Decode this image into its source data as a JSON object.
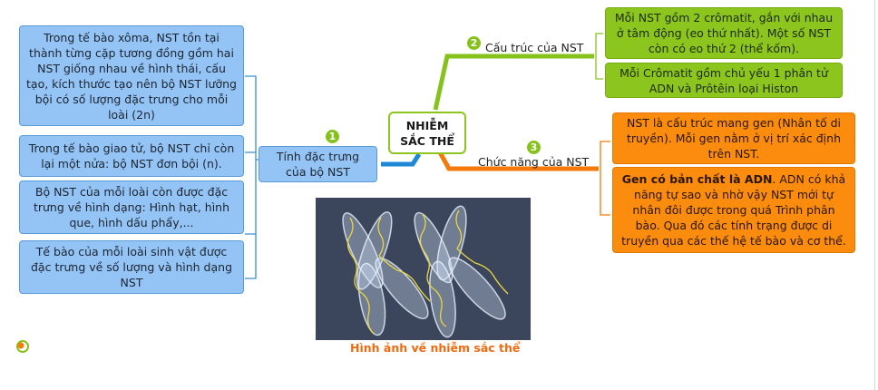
{
  "center_topic": "NHIỄM SẮC THỂ",
  "branches": [
    {
      "number": "1",
      "label": "Tính đặc trưng của bộ NST",
      "color": "#1e88d6",
      "items": [
        "Trong tế bào xôma, NST tồn tại thành từng cặp tương đồng gồm hai NST giống nhau về hình thái, cấu tạo, kích thước tạo nên bộ NST lưỡng bội có số lượng đặc trưng cho mỗi loài (2n)",
        "Trong tế bào giao tử, bộ NST chỉ còn lại một nửa: bộ NST đơn bội (n).",
        "Bộ NST của mỗi loài còn được đặc trưng về hình dạng: Hình hạt, hình que, hình dấu phẩy,...",
        "Tế bào của mỗi loài sinh vật được đặc trưng về số lượng và hình dạng NST"
      ]
    },
    {
      "number": "2",
      "label": "Cấu trúc của NST",
      "color": "#86c21c",
      "items": [
        "Mỗi NST gồm 2 crômatit, gắn với nhau ở tâm động (eo thứ nhất). Một số NST còn có eo thứ 2 (thể kốm).",
        "Mỗi Crômatit gồm chủ yếu 1 phân tử ADN và Prôtêin loại Histon"
      ]
    },
    {
      "number": "3",
      "label": "Chức năng của NST",
      "color": "#f57a0c",
      "items": [
        "NST là cấu trúc mang gen (Nhân tố di truyền). Mỗi gen nằm ở vị trí xác định trên NST."
      ],
      "bold_item": {
        "bold": "Gen có bản chất là ADN",
        "rest": ". ADN có khả năng tự sao và nhờ vậy NST mới tự nhân đôi được trong quá Trình phân bào. Qua đó các tính trạng được di truyền qua các thế hệ tế bào và cơ thể."
      }
    }
  ],
  "image": {
    "caption": "Hình ảnh về nhiễm sắc thể",
    "background": "#3b465c",
    "dna_color": "#e8d640"
  },
  "logo_icon": "brand-logo-icon"
}
